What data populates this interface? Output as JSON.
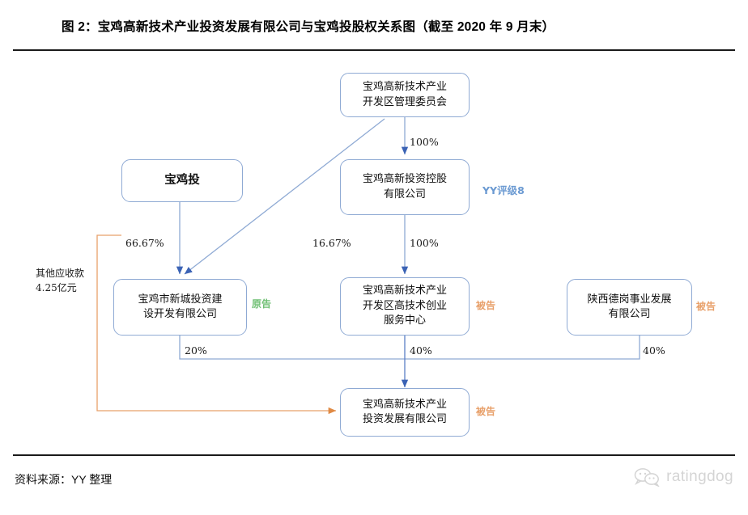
{
  "header": {
    "title": "图 2：宝鸡高新技术产业投资发展有限公司与宝鸡投股权关系图（截至 2020 年 9 月末）"
  },
  "footer": {
    "source": "资料来源：YY 整理",
    "watermark_label": "ratingdog",
    "watermark_icon": "wechat-bubbles-icon"
  },
  "diagram": {
    "type": "org-equity-chart",
    "colors": {
      "node_border": "#8faad4",
      "edge_blue": "#4a74c4",
      "edge_light_blue": "#8faad4",
      "edge_orange": "#e8a06a",
      "tag_plaintiff": "#6fbf73",
      "tag_defendant": "#e8a06a",
      "rating": "#6b9ad2"
    },
    "nodes": [
      {
        "id": "guanweihui",
        "label": "宝鸡高新技术产业\n开发区管理委员会"
      },
      {
        "id": "baojitou",
        "label": "宝鸡投"
      },
      {
        "id": "kongu",
        "label": "宝鸡高新投资控股\n有限公司"
      },
      {
        "id": "xincheng",
        "label": "宝鸡市新城投资建\n设开发有限公司"
      },
      {
        "id": "chuangye",
        "label": "宝鸡高新技术产业\n开发区高技术创业\n服务中心"
      },
      {
        "id": "degang",
        "label": "陕西德岗事业发展\n有限公司"
      },
      {
        "id": "touzifazhan",
        "label": "宝鸡高新技术产业\n投资发展有限公司"
      }
    ],
    "edges": [
      {
        "from": "guanweihui",
        "to": "kongu",
        "label": "100%"
      },
      {
        "from": "guanweihui",
        "to": "xincheng",
        "label": "16.67%"
      },
      {
        "from": "baojitou",
        "to": "xincheng",
        "label": "66.67%"
      },
      {
        "from": "kongu",
        "to": "chuangye",
        "label": "100%"
      },
      {
        "from": "xincheng",
        "to": "touzifazhan",
        "label": "20%"
      },
      {
        "from": "chuangye",
        "to": "touzifazhan",
        "label": "40%"
      },
      {
        "from": "degang",
        "to": "touzifazhan",
        "label": "40%"
      },
      {
        "from": "baojitou",
        "to": "touzifazhan",
        "label": "其他应收款 4.25亿元"
      }
    ],
    "tags": {
      "xincheng": "原告",
      "chuangye": "被告",
      "degang": "被告",
      "touzifazhan": "被告"
    },
    "rating_badge": "YY评级8",
    "side_note_line1": "其他应收款",
    "side_note_line2": "4.25亿元"
  }
}
